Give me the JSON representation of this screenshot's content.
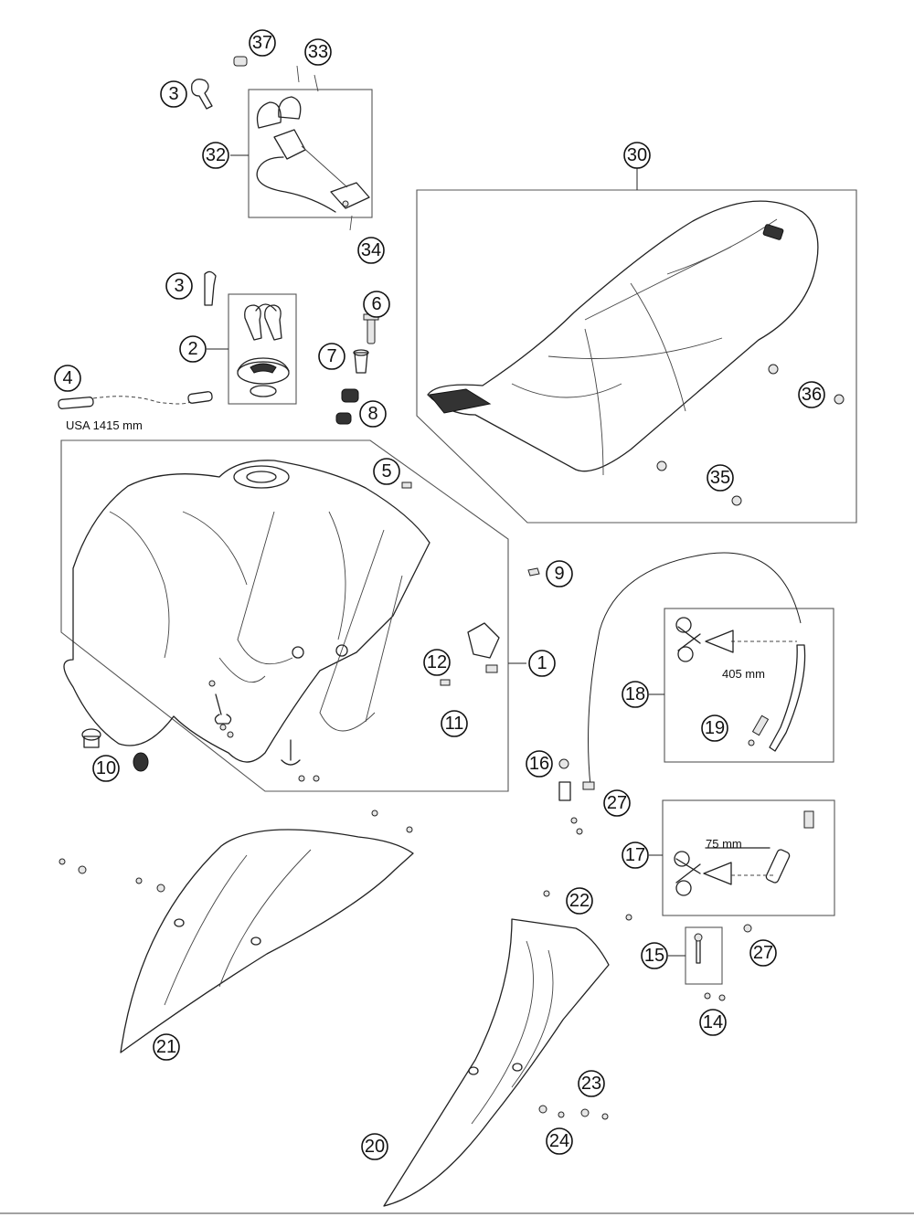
{
  "callouts": [
    {
      "id": "c37",
      "label": "37"
    },
    {
      "id": "c33",
      "label": "33"
    },
    {
      "id": "c3a",
      "label": "3"
    },
    {
      "id": "c32",
      "label": "32"
    },
    {
      "id": "c34",
      "label": "34"
    },
    {
      "id": "c30",
      "label": "30"
    },
    {
      "id": "c3b",
      "label": "3"
    },
    {
      "id": "c6",
      "label": "6"
    },
    {
      "id": "c2",
      "label": "2"
    },
    {
      "id": "c7",
      "label": "7"
    },
    {
      "id": "c4",
      "label": "4"
    },
    {
      "id": "c8",
      "label": "8"
    },
    {
      "id": "c36",
      "label": "36"
    },
    {
      "id": "c5",
      "label": "5"
    },
    {
      "id": "c35",
      "label": "35"
    },
    {
      "id": "c9",
      "label": "9"
    },
    {
      "id": "c12",
      "label": "12"
    },
    {
      "id": "c1",
      "label": "1"
    },
    {
      "id": "c18",
      "label": "18"
    },
    {
      "id": "c11",
      "label": "11"
    },
    {
      "id": "c19",
      "label": "19"
    },
    {
      "id": "c10",
      "label": "10"
    },
    {
      "id": "c16",
      "label": "16"
    },
    {
      "id": "c27a",
      "label": "27"
    },
    {
      "id": "c17",
      "label": "17"
    },
    {
      "id": "c22",
      "label": "22"
    },
    {
      "id": "c15",
      "label": "15"
    },
    {
      "id": "c27b",
      "label": "27"
    },
    {
      "id": "c14",
      "label": "14"
    },
    {
      "id": "c21",
      "label": "21"
    },
    {
      "id": "c23",
      "label": "23"
    },
    {
      "id": "c24",
      "label": "24"
    },
    {
      "id": "c20",
      "label": "20"
    }
  ],
  "dimensions": {
    "hose_usa": "USA 1415 mm",
    "hose_cut_405": "405 mm",
    "hose_cut_75": "75 mm"
  }
}
